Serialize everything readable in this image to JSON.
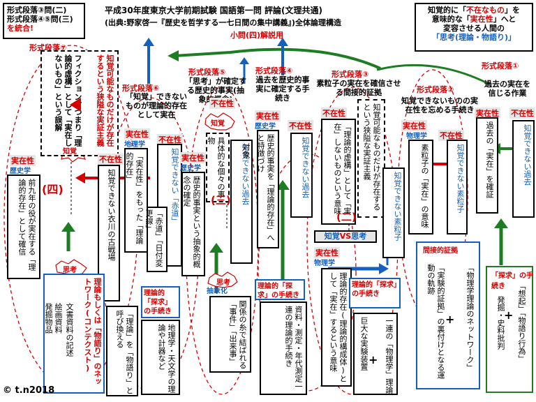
{
  "header": {
    "title": "平成30年度東京大学前期試験 国語第一問 評論(文理共通)",
    "source": "(出典:野家啓一『歴史を哲学する一七日間の集中講義』)全体論理構造",
    "subtitle": "小問(四)解説用"
  },
  "top_left_note": {
    "line1": "形式段落③問(二)",
    "line2": "形式段落④⑤問(三)",
    "line3": "を統合!"
  },
  "top_right_note": {
    "line1_a": "知覚的に「",
    "line1_b": "不在なもの",
    "line1_c": "」を",
    "line2_a": "意味的な「",
    "line2_b": "実在性",
    "line2_c": "」へと",
    "line3": "変容させる人間の",
    "line4": "「思考(理論・物語り)」"
  },
  "paragraphs": {
    "p1": "形式段落①",
    "p2": "形式段落②",
    "p3": "形式段落③",
    "p4": "形式段落④",
    "p5": "形式段落⑤",
    "p6": "形式段落⑥",
    "p7": "形式段落⑦"
  },
  "p1_desc": "過去の実在を信じる作業",
  "p2_desc": "知覚できないものの実在性を忘める手続き",
  "p3_desc": "素粒子の実在を確信させる間接的証拠",
  "p4_desc": "過去を歴史的事実に確定する手続き",
  "p5_desc": "「思考」が確定する歴史的事実(抽象的概念)",
  "p6_desc": "「知覚」できないものが理論的存在として実在",
  "p7_desc": "フィクション、つまり「理論的虚構」として「実在しないもの」という誤解",
  "labels": {
    "fuzaisei": "不在性",
    "jitsuzaisei": "実在性",
    "rekishigaku": "歴史学",
    "butsurigaku": "物理学",
    "chirigaku": "地理学",
    "chikaku": "知覚",
    "shikou": "思考",
    "chikaku_vs": "知覚",
    "vs": "VS",
    "shikou_vs": "思考",
    "mark4": "(四)",
    "mark3": "(三)",
    "mark2": "(二)",
    "kansetsu": "間接的証拠",
    "tankyu_proc": "「探求」の手続き",
    "riron_tankyu": "理論的「探求」の手続き",
    "chushoka": "抽象化",
    "copyright": "© t.n2018",
    "plus": "+"
  },
  "vertical_texts": {
    "v_kako_kakunin": "過去の「実在」を確証",
    "v_chikaku_kako": "知覚できない過去",
    "v_soryushi_imi": "素粒子の「実在」の意味",
    "v_chikaku_soryushi": "知覚できない素粒子",
    "v_chikaku_soryushi2": "知覚できない素粒子",
    "v_riron_kyokou": "「理論的虚構」として「実在」しないものという意味",
    "v_chikaku_kanou": "知覚可能なものだけが存在するという狭隘な実証主義",
    "v_chikaku_kanou7": "知覚可能なものだけが存在するという狭隘な実証主義",
    "v_rekishi_jijitsu": "歴史的事実を「理論的存在」へと特徴づけ",
    "v_chikaku_kako4": "知覚できない過去",
    "v_taishou": "対象",
    "v_chikaku_kako5": "知覚できない過去",
    "v_gutai": "具体的な個々の事物",
    "v_rekishi_chusho": "歴史的事実という抽象的概念の確定",
    "v_sekido": "「赤道」「日付変更線」",
    "v_chikaku_sekido": "知覚できない「赤道」",
    "v_jitsuzai_riron": "「実在性」をもった「理論的存在」",
    "v_chikaku_koromo": "知覚できない衣川の古戦場",
    "v_zenkunen": "前九年の役が実在する「理論的存在」として確信",
    "v_butsuri_network": "「物理学理論のネットワーク」",
    "v_jikken": "「実験的証拠」の裏付けとなる運動の軌跡",
    "v_soukiten": "「想起」「物語り行為」",
    "v_hakkutsu": "発掘・史料批判",
    "v_riron_kousei": "理論的存在(理論的構成体)として「実在」するという意味",
    "v_kyodai": "巨大な実験装置",
    "v_ichiren": "一連の「物理学」理論",
    "v_shiryou": "資料・測定・年代測定一連の理論的手続き",
    "v_kankei": "関係の糸で結ばれる「事件」「出来事」",
    "v_chiri_riron": "地理学・天文学の理論や計器など",
    "v_riron_monogatari": "「理論」を「物語り」と呼び換える",
    "v_bunken": "文書資料の記述",
    "v_e_shiryou": "絵画資料",
    "v_hakkutsu_buppin": "発掘物品",
    "v_riron_network": "理論もしくは「物語り」のネットワーク(コンテクスト)"
  }
}
